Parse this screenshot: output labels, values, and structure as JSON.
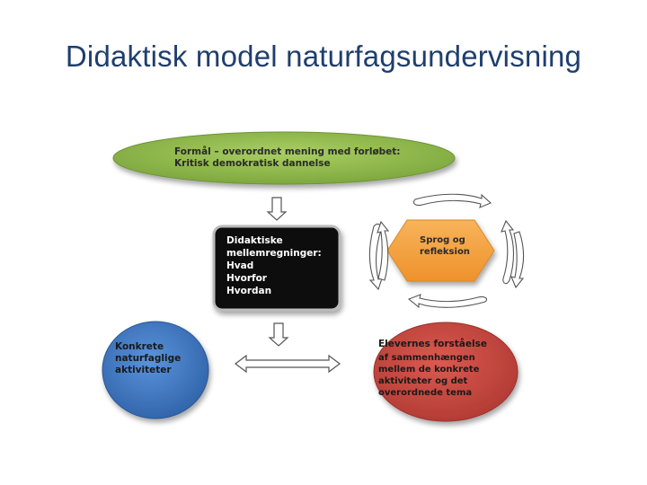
{
  "title": "Didaktisk model naturfagsundervisning",
  "colors": {
    "title": "#1f3f6d",
    "green": "#8db84a",
    "black_box": "#050505",
    "orange": "#f4a13c",
    "blue": "#3e78c4",
    "red": "#c8463e"
  },
  "nodes": {
    "purpose": {
      "lines": [
        "Formål – overordnet mening med forløbet:",
        "Kritisk demokratisk dannelse"
      ]
    },
    "didactic": {
      "lines": [
        "Didaktiske",
        "mellemregninger:",
        "Hvad",
        "Hvorfor",
        "Hvordan"
      ]
    },
    "language": {
      "lines": [
        "Sprog og",
        "refleksion"
      ]
    },
    "activities": {
      "lines": [
        "Konkrete",
        "naturfaglige",
        "aktiviteter"
      ]
    },
    "understanding": {
      "lines": [
        "Elevernes forståelse",
        "af sammenhængen",
        "mellem de konkrete",
        "aktiviteter og det",
        "overordnede tema"
      ]
    }
  },
  "arrows": {
    "purpose_to_didactic": "arrow-down-icon",
    "didactic_to_understanding": "arrow-down-icon",
    "activities_understanding": "double-arrow-horizontal-icon",
    "language_cycle_top": "curved-arrow-horizontal-icon",
    "language_cycle_bottom": "curved-arrow-horizontal-icon",
    "language_cycle_left": "curved-arrow-vertical-icon",
    "language_cycle_right": "curved-arrow-vertical-icon"
  }
}
